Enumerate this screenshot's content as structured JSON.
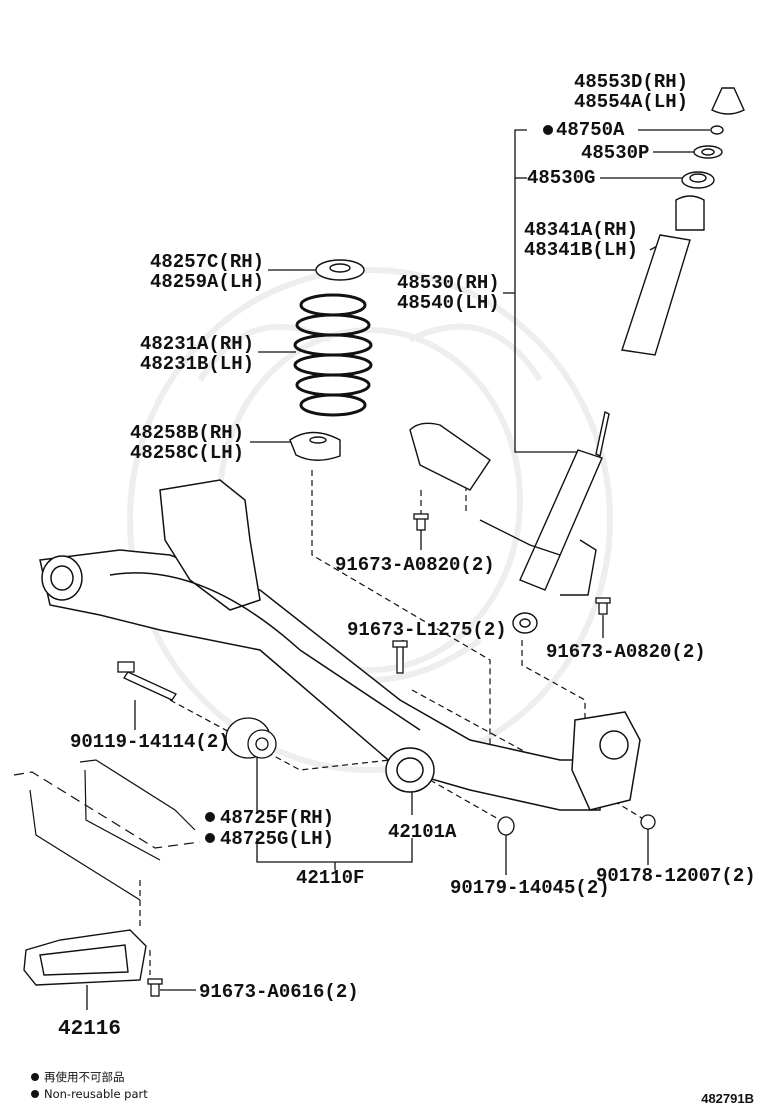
{
  "labels": {
    "boot_rh": "48553D(RH)",
    "boot_lh": "48554A(LH)",
    "nut_top": "48750A",
    "seat_upper": "48530P",
    "seat_lower": "48530G",
    "bound_rh": "48341A(RH)",
    "bound_lh": "48341B(LH)",
    "absorber_rh": "48530(RH)",
    "absorber_lh": "48540(LH)",
    "insulator_upper_rh": "48257C(RH)",
    "insulator_upper_lh": "48259A(LH)",
    "spring_rh": "48231A(RH)",
    "spring_lh": "48231B(LH)",
    "insulator_lower_rh": "48258B(RH)",
    "insulator_lower_lh": "48258C(LH)",
    "bolt_a0820_left": "91673-A0820(2)",
    "bolt_l1275": "91673-L1275(2)",
    "bolt_a0820_right": "91673-A0820(2)",
    "bolt_14114": "90119-14114(2)",
    "bushing_rh": "48725F(RH)",
    "bushing_lh": "48725G(LH)",
    "beam": "42101A",
    "beam_assy": "42110F",
    "nut_14045": "90179-14045(2)",
    "nut_12007": "90178-12007(2)",
    "bolt_a0616": "91673-A0616(2)",
    "cover": "42116"
  },
  "legend": {
    "jp": "再使用不可部品",
    "en": "Non-reusable part"
  },
  "figure_id": "482791B"
}
